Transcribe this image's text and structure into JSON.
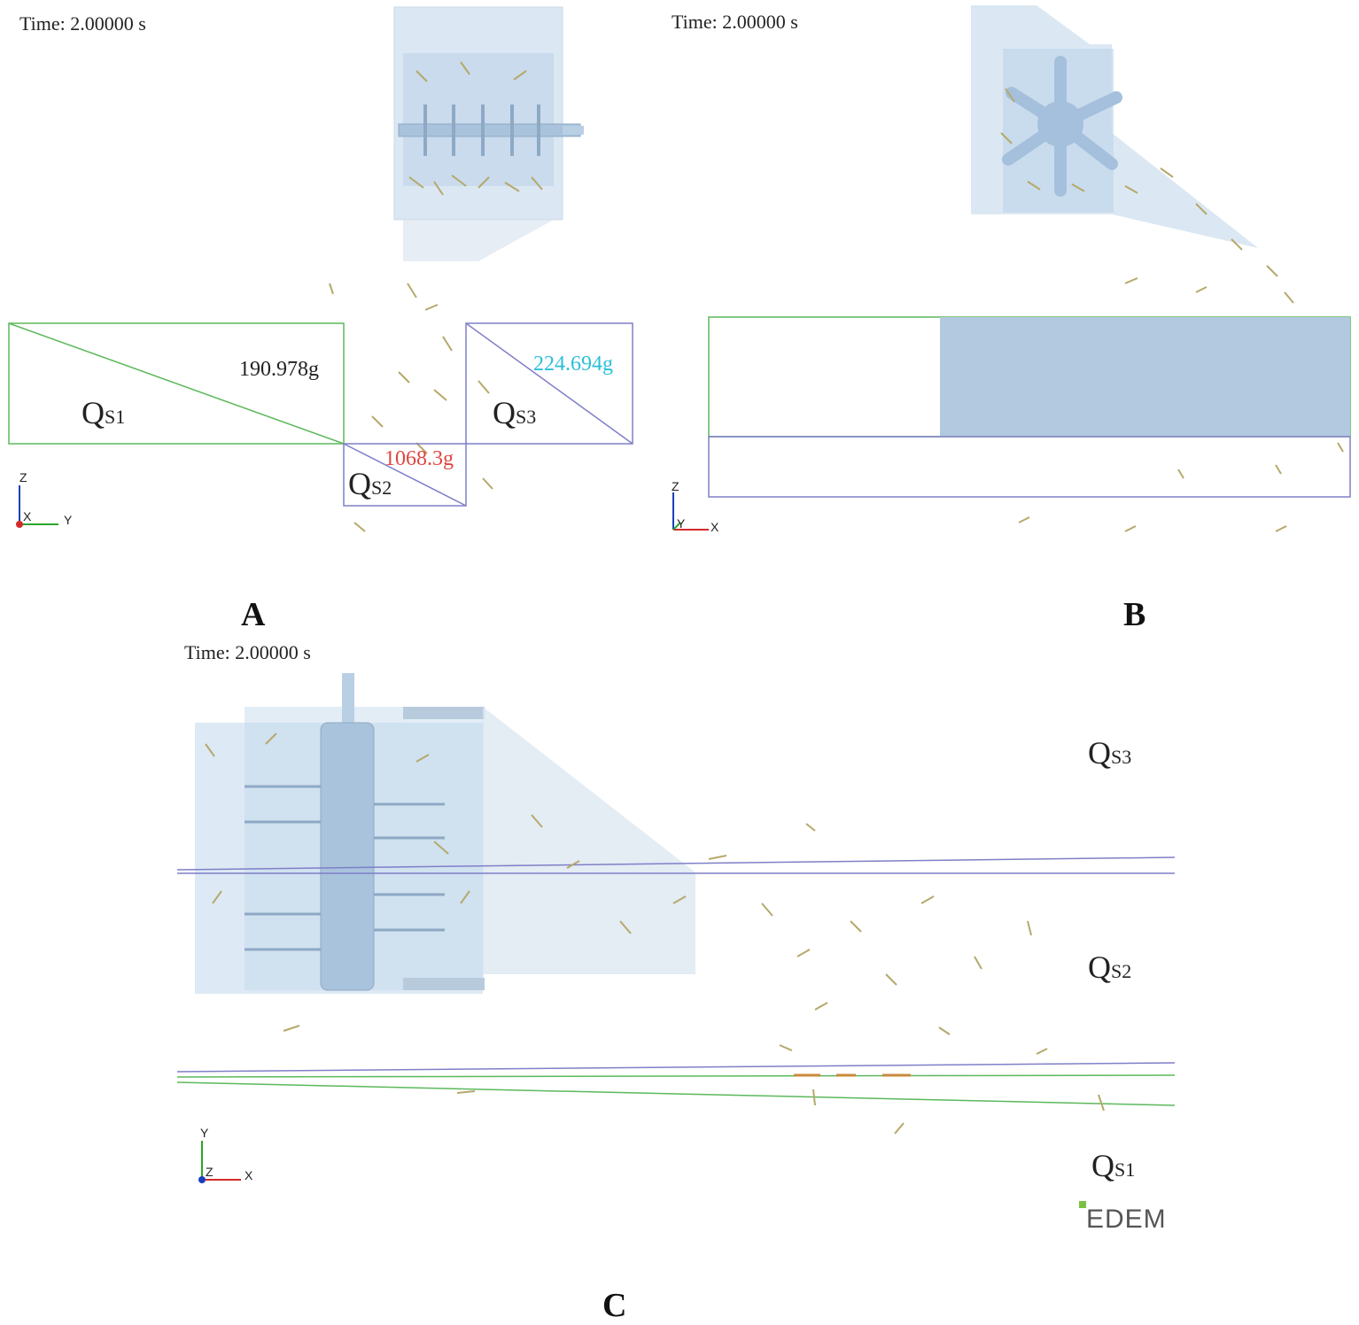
{
  "panels": {
    "a": {
      "letter": "A",
      "time": "Time: 2.00000 s",
      "axes": {
        "vertical": "Z",
        "horizontal": "Y",
        "out": "X"
      },
      "zones": {
        "s1": "QS1",
        "s2": "QS2",
        "s3": "QS3"
      },
      "masses": {
        "s1": "190.978g",
        "s2": "1068.3g",
        "s3": "224.694g"
      }
    },
    "b": {
      "letter": "B",
      "time": "Time: 2.00000 s",
      "axes": {
        "vertical": "Z",
        "horizontal": "X",
        "out": "Y"
      }
    },
    "c": {
      "letter": "C",
      "time": "Time: 2.00000 s",
      "axes": {
        "vertical": "Y",
        "horizontal": "X",
        "out": "Z"
      },
      "zones": {
        "s3": "QS3",
        "s2": "QS2",
        "s1": "QS1"
      },
      "logo": "EDEM"
    }
  },
  "colors": {
    "zone_s1": "#5cb85c",
    "zone_s2_s3": "#7f7fc8",
    "mass_s1": "#222222",
    "mass_s2": "#e0453f",
    "mass_s3": "#2bbfd9",
    "housing": "#cfe0ef",
    "particle": "#b5a96a",
    "axis_z": "#1a3fbf",
    "axis_y": "#2aa52a",
    "axis_x": "#d42a2a"
  }
}
